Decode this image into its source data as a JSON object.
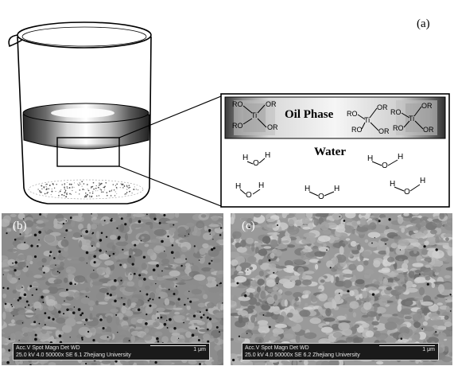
{
  "panels": {
    "a": {
      "label": "(a)"
    },
    "b": {
      "label": "(b)"
    },
    "c": {
      "label": "(c)"
    }
  },
  "inset": {
    "oil_label": "Oil Phase",
    "water_label": "Water",
    "ro": "RO",
    "or": "OR",
    "ti": "Ti",
    "h": "H",
    "o": "O"
  },
  "sem_b": {
    "line1": "Acc.V  Spot Magn    Det  WD",
    "line2": "25.0 kV 4.0   50000x   SE   6.1    Zhejiang University",
    "scale": "1 μm"
  },
  "sem_c": {
    "line1": "Acc.V  Spot Magn    Det  WD",
    "line2": "25.0 kV 4.0   50000x   SE   6.2    Zhejiang University",
    "scale": "1 μm"
  },
  "colors": {
    "oil_dark": "#3a3a3a",
    "oil_light": "#f2f2f2",
    "sem_b_base": "#8c8c8c",
    "sem_c_base": "#9a9a9a"
  }
}
